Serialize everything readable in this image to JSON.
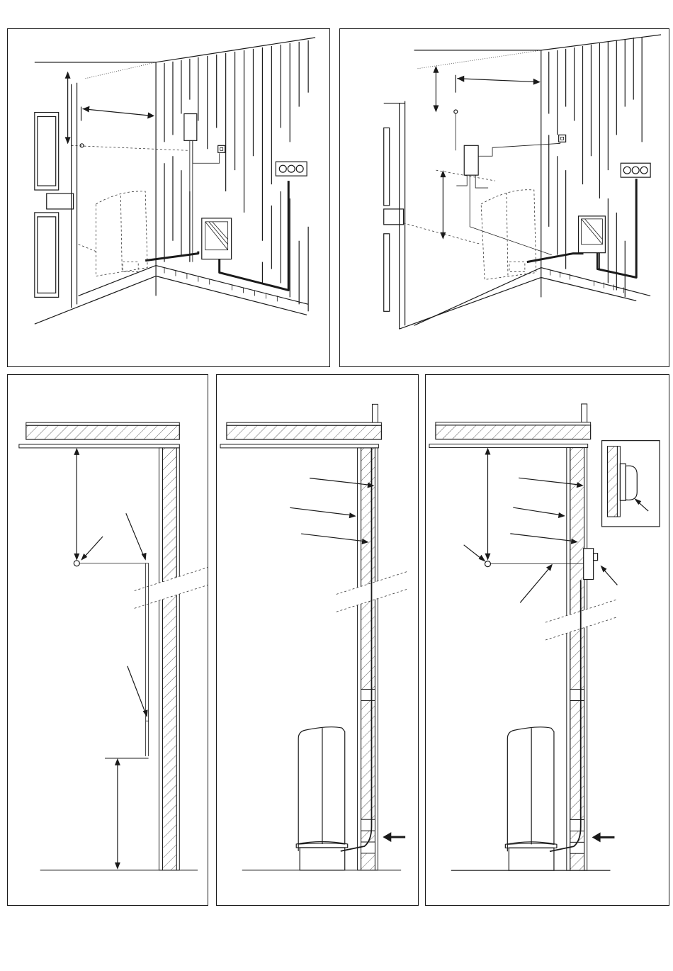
{
  "figures": [
    {
      "id": "room-perspective-a",
      "description_items": [
        "door",
        "heater",
        "control-unit",
        "switch",
        "wall-socket",
        "temperature-sensor"
      ]
    },
    {
      "id": "room-perspective-b",
      "description_items": [
        "door",
        "heater",
        "control-unit",
        "switch",
        "wall-socket",
        "temperature-sensor"
      ]
    },
    {
      "id": "wall-section-sensor"
    },
    {
      "id": "wall-section-heater"
    },
    {
      "id": "wall-section-heater-control"
    }
  ],
  "colors": {
    "line": "#1a1a1a",
    "background": "#ffffff"
  }
}
